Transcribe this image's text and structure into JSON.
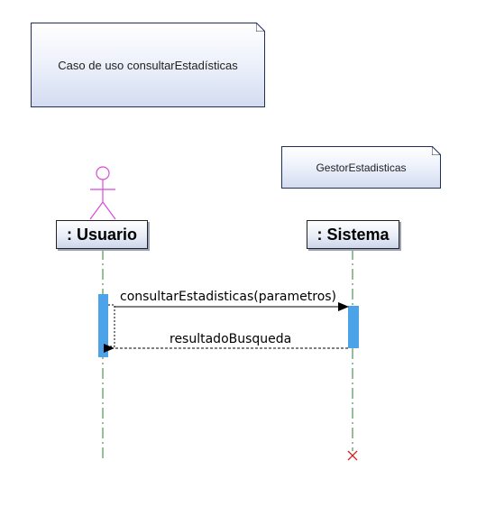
{
  "use_case_note": {
    "text": "Caso de uso consultarEstadísticas"
  },
  "manager_note": {
    "text": "GestorEstadisticas"
  },
  "lifelines": [
    {
      "label": ": Usuario",
      "kind": "actor"
    },
    {
      "label": ": Sistema",
      "kind": "object"
    }
  ],
  "messages": [
    {
      "label": "consultarEstadisticas(parametros)",
      "type": "sync",
      "from": ": Usuario",
      "to": ": Sistema"
    },
    {
      "label": "resultadoBusqueda",
      "type": "return",
      "from": ": Sistema",
      "to": ": Usuario"
    }
  ],
  "colors": {
    "actor_stroke": "#d84bd8",
    "lifeline_dash": "#2e7d32",
    "activation": "#4da3e8",
    "destroy_mark": "#cc2222",
    "note_border": "#1f2f5a"
  }
}
